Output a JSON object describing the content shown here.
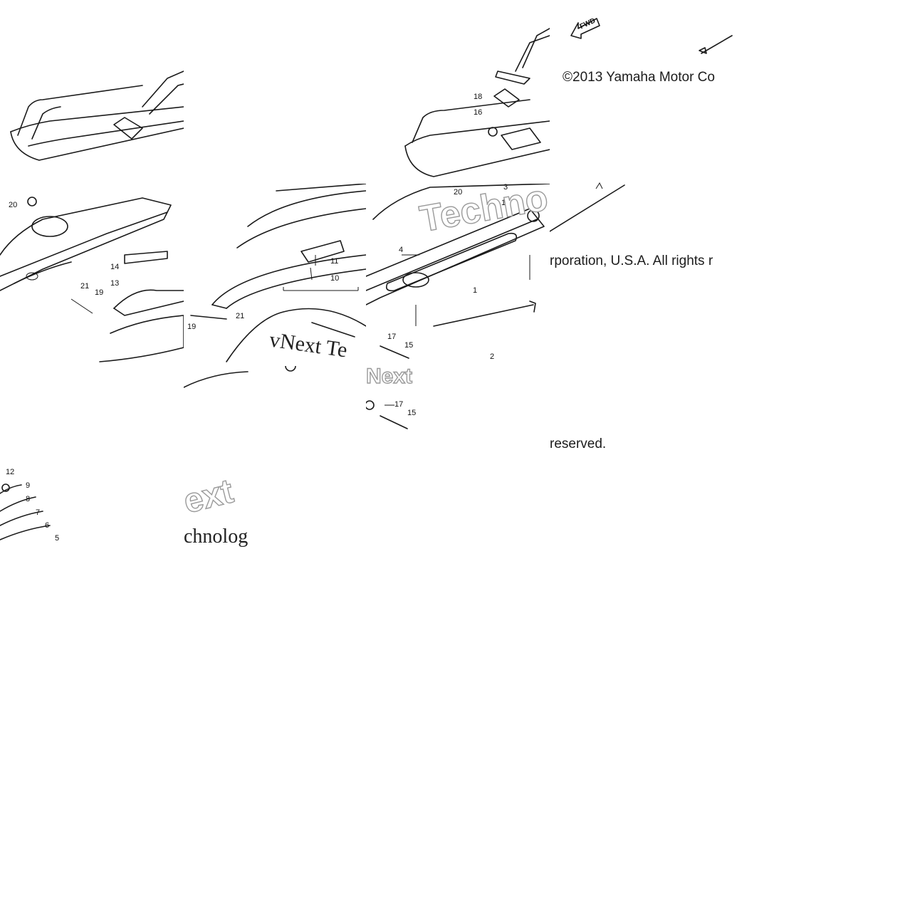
{
  "copyright": {
    "line1": "©2013 Yamaha Motor Co",
    "line2": "rporation, U.S.A. All rights r",
    "line3": "reserved."
  },
  "direction_label": "FWD",
  "callouts": {
    "t1": [],
    "t2": [
      "20",
      "14",
      "13",
      "21",
      "19"
    ],
    "t3": [
      "11",
      "10",
      "21",
      "19"
    ],
    "t4": [
      "18",
      "16"
    ],
    "t5": [
      "20",
      "3",
      "16",
      "4",
      "1",
      "17",
      "15",
      "2"
    ],
    "t6": [
      "17",
      "15"
    ],
    "t7": [
      "12",
      "9",
      "8",
      "7",
      "6",
      "5"
    ]
  },
  "watermarks": {
    "tech": "Techno",
    "next": "Next",
    "next_tech": "vNext Te",
    "chnolog": "chnolog",
    "ext": "ext"
  }
}
